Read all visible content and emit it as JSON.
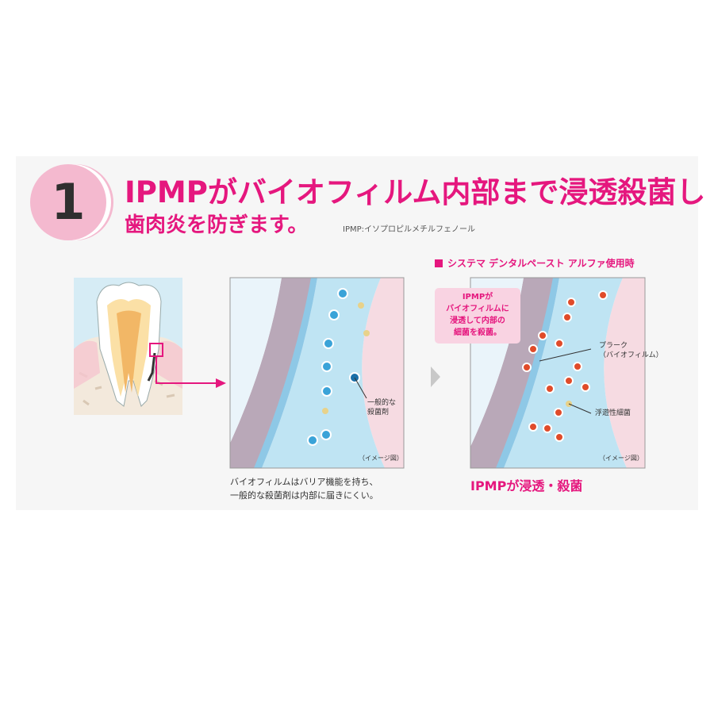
{
  "heading": {
    "number": "1",
    "line1": "IPMPがバイオフィルム内部まで浸透殺菌し",
    "line2": "歯肉炎を防ぎます。",
    "note": "IPMP:イソプロピルメチルフェノール"
  },
  "right_panel": {
    "label": "システマ デンタルペースト アルファ使用時",
    "callout": [
      "IPMPが",
      "バイオフィルムに",
      "浸透して内部の",
      "細菌を殺菌。"
    ],
    "plaque_label": [
      "プラーク",
      "（バイオフィルム）"
    ],
    "floating_label": "浮遊性細菌",
    "image_note": "（イメージ図）",
    "caption": "IPMPが浸透・殺菌"
  },
  "left_panel": {
    "agent_label": [
      "一般的な",
      "殺菌剤"
    ],
    "image_note": "（イメージ図）",
    "caption": [
      "バイオフィルムはバリア機能を持ち、",
      "一般的な殺菌剤は内部に届きにくい。"
    ]
  },
  "colors": {
    "accent": "#e5177e",
    "circle": "#f4b9cf",
    "water": "#bfe4f3",
    "gum": "#f6dbe2",
    "biofilm": "#b9a8b8"
  }
}
